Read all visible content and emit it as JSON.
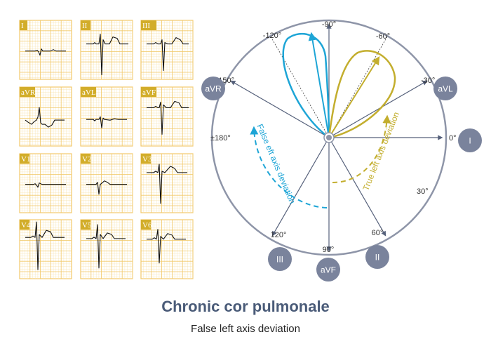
{
  "leads": [
    {
      "id": "I",
      "label": "I"
    },
    {
      "id": "II",
      "label": "II"
    },
    {
      "id": "III",
      "label": "III"
    },
    {
      "id": "aVR",
      "label": "aVR"
    },
    {
      "id": "aVL",
      "label": "aVL"
    },
    {
      "id": "aVF",
      "label": "aVF"
    },
    {
      "id": "V1",
      "label": "V1"
    },
    {
      "id": "V2",
      "label": "V2"
    },
    {
      "id": "V3",
      "label": "V3"
    },
    {
      "id": "V4",
      "label": "V4"
    },
    {
      "id": "V5",
      "label": "V5"
    },
    {
      "id": "V6",
      "label": "V6"
    }
  ],
  "axis": {
    "angle_labels": [
      {
        "deg": -150,
        "text": "-150°"
      },
      {
        "deg": -120,
        "text": "-120°"
      },
      {
        "deg": -90,
        "text": "-90°"
      },
      {
        "deg": -60,
        "text": "-60°"
      },
      {
        "deg": -30,
        "text": "-30°"
      },
      {
        "deg": 0,
        "text": "0°"
      },
      {
        "deg": 30,
        "text": "30°"
      },
      {
        "deg": 60,
        "text": "60°"
      },
      {
        "deg": 90,
        "text": "90°"
      },
      {
        "deg": 120,
        "text": "120°"
      },
      {
        "deg": 180,
        "text": "±180°"
      }
    ],
    "lead_badges": [
      {
        "deg": -150,
        "text": "aVR"
      },
      {
        "deg": -30,
        "text": "aVL"
      },
      {
        "deg": 0,
        "text": "I"
      },
      {
        "deg": 60,
        "text": "II"
      },
      {
        "deg": 90,
        "text": "aVF"
      },
      {
        "deg": 120,
        "text": "III"
      }
    ],
    "false_label": "False eft axis deviation",
    "true_label": "True left axis deviation"
  },
  "caption": {
    "title": "Chronic cor pulmonale",
    "subtitle": "False left axis deviation"
  },
  "colors": {
    "grid": "#f2c96a",
    "grid_fine": "#f7e2ad",
    "label_bg": "#d2ad2a",
    "blue": "#1ea5d6",
    "gold": "#c3ae2e",
    "axis": "#56617b",
    "badge": "#7a839c",
    "title": "#4a5b78"
  }
}
